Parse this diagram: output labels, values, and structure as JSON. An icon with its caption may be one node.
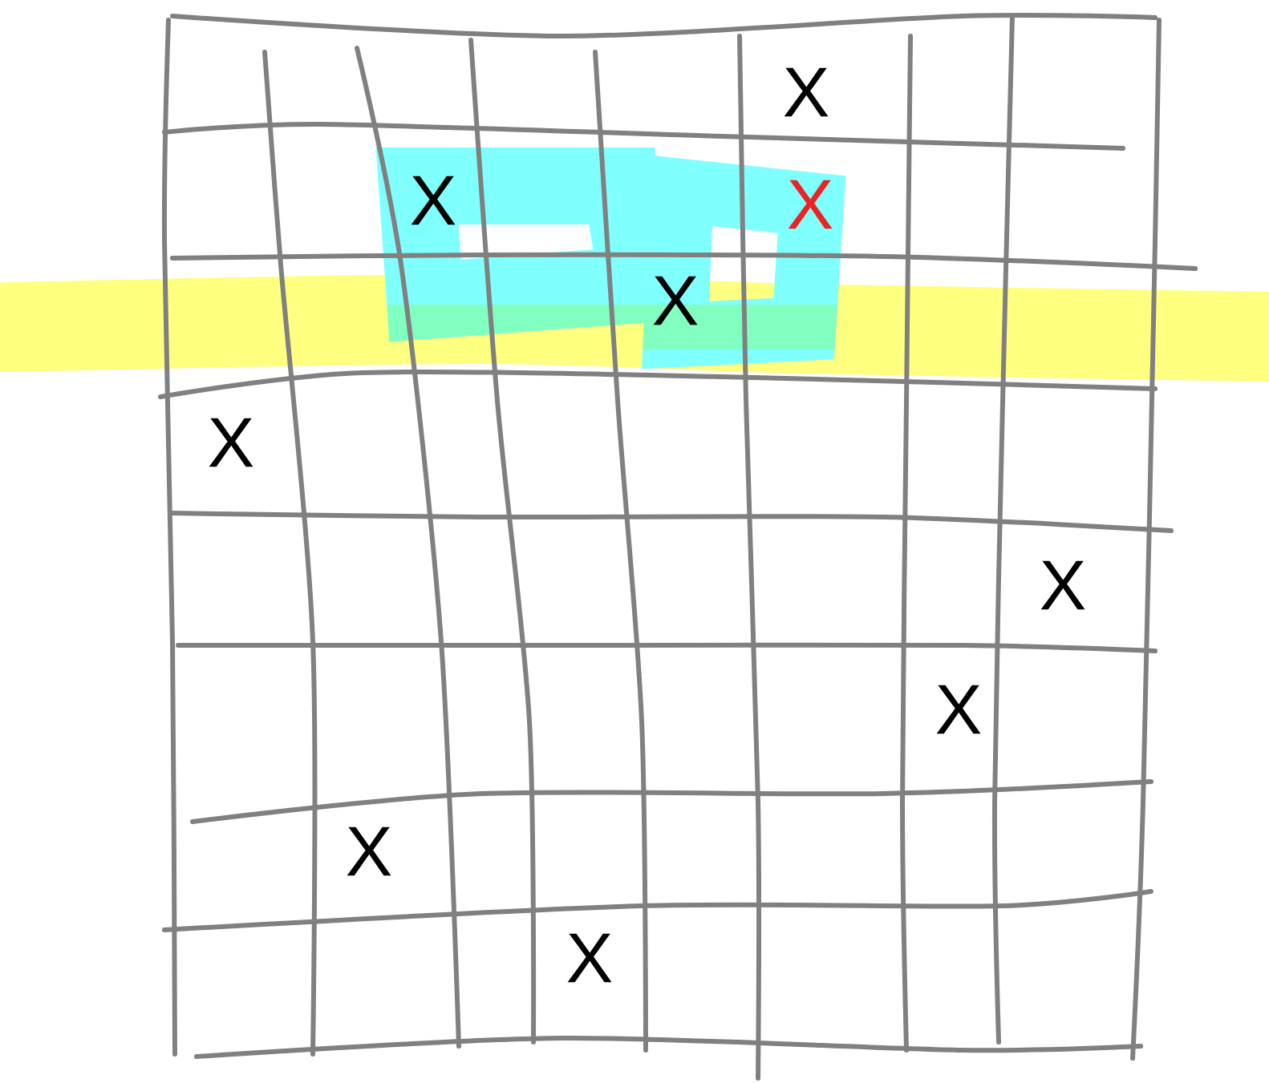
{
  "diagram": {
    "labels": [
      "X",
      "X",
      "X",
      "X",
      "X",
      "X",
      "X",
      "X",
      "X"
    ]
  }
}
